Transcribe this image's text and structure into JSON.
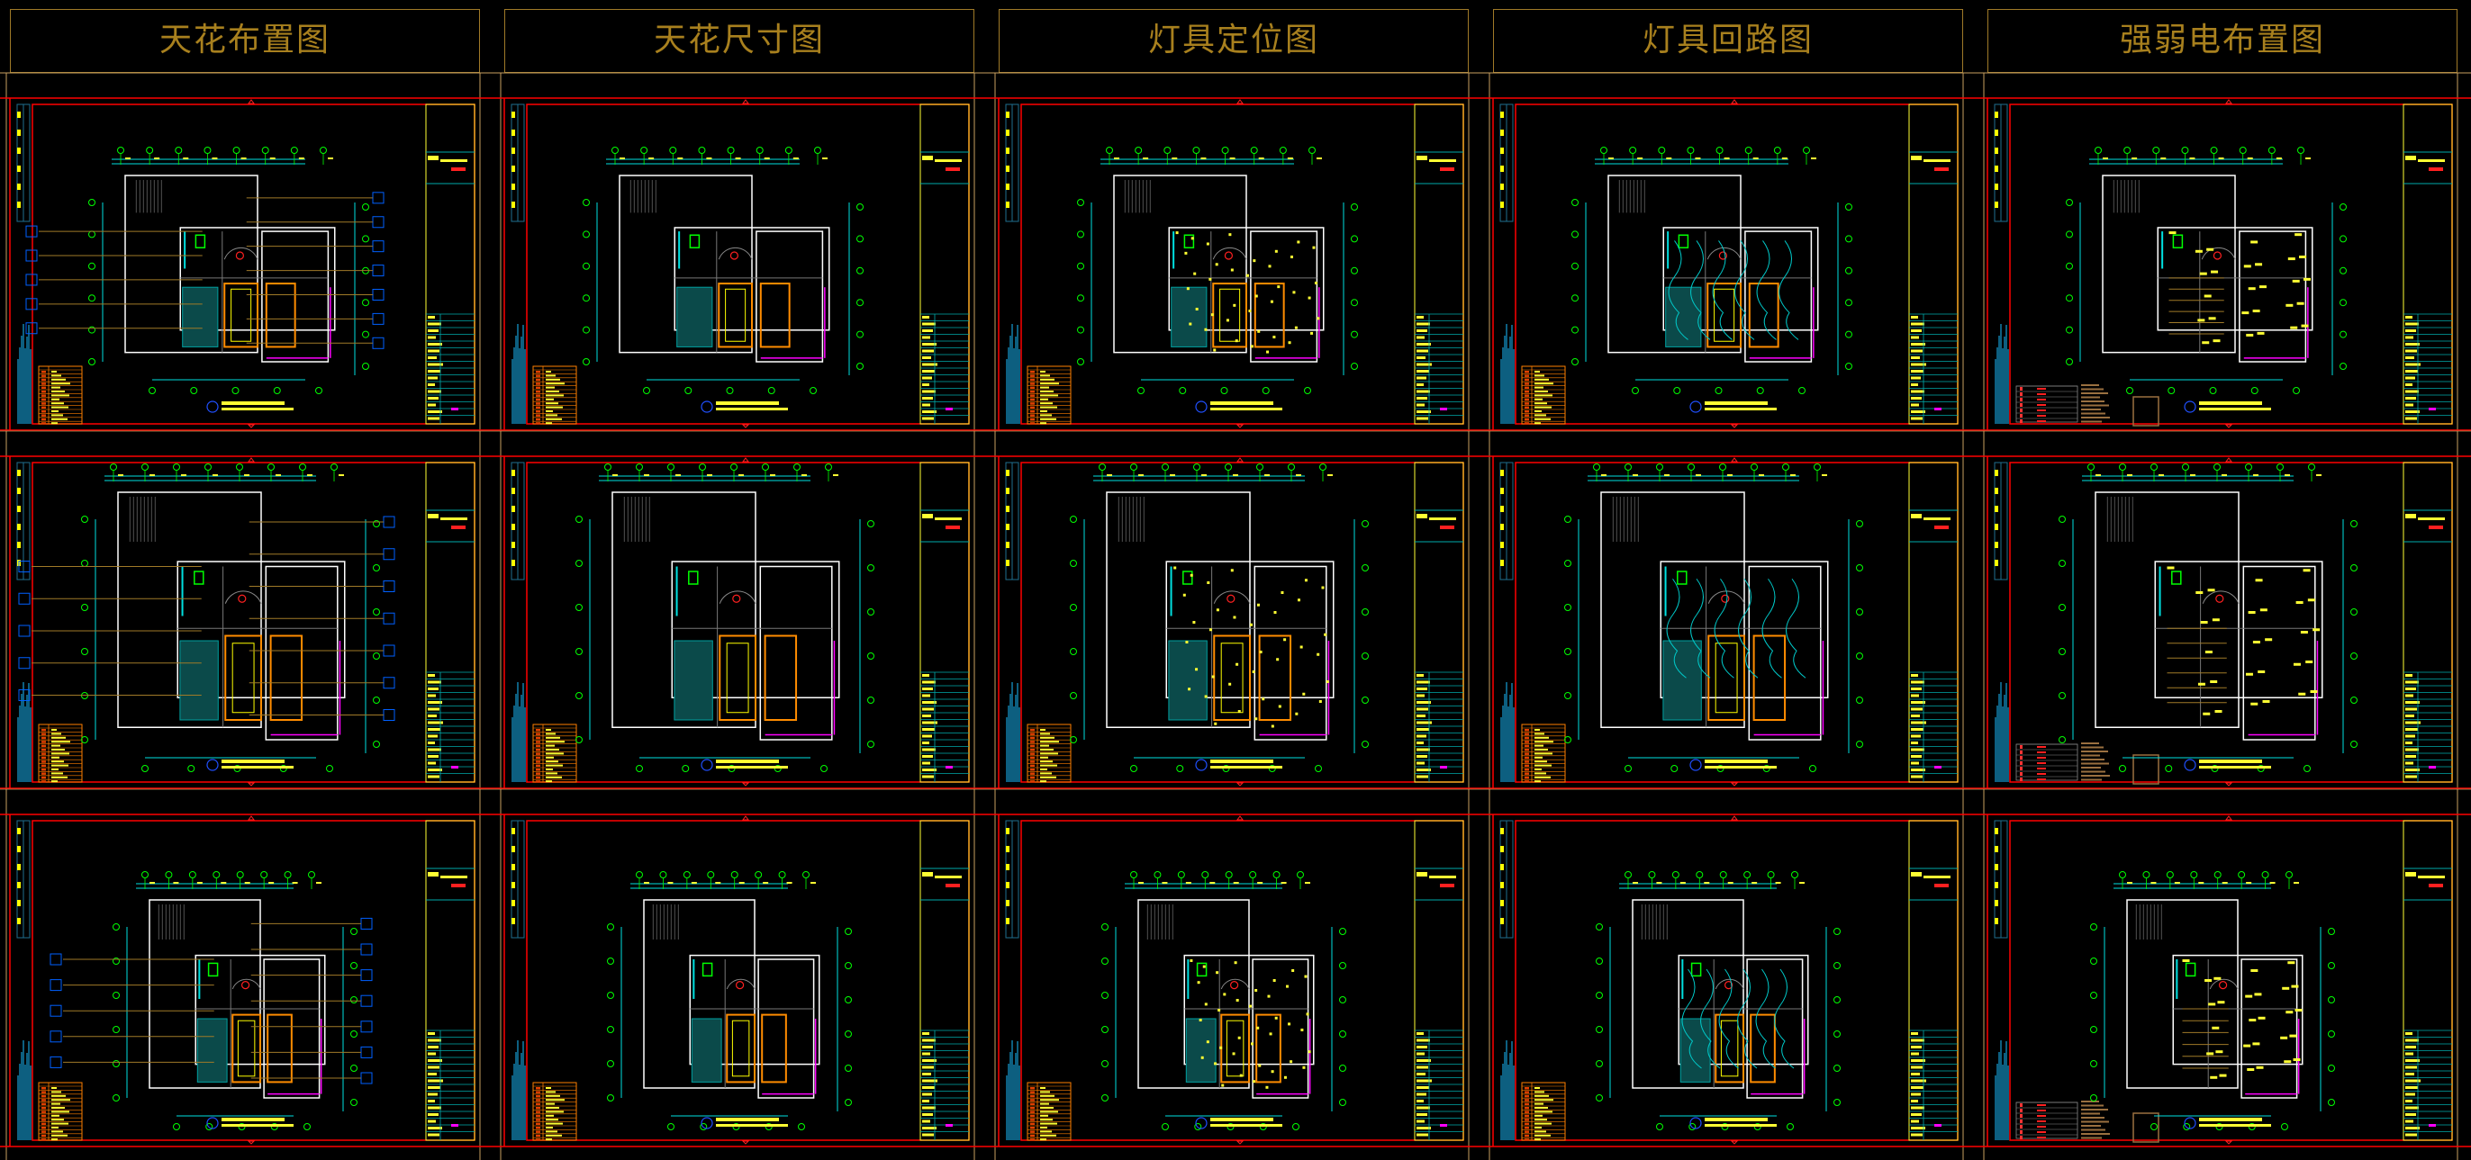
{
  "columns": [
    {
      "title": "天花布置图",
      "kind": "ceiling-layout"
    },
    {
      "title": "天花尺寸图",
      "kind": "ceiling-dimension"
    },
    {
      "title": "灯具定位图",
      "kind": "lighting-position"
    },
    {
      "title": "灯具回路图",
      "kind": "lighting-circuit"
    },
    {
      "title": "强弱电布置图",
      "kind": "electrical-layout"
    }
  ],
  "rows": 3,
  "colors": {
    "background": "#000000",
    "title_text": "#a8801e",
    "frame_tan": "#c8a060",
    "frame_red": "#ff0000",
    "titleblock": "#ffff33",
    "dimension": "#00e0e0",
    "axis": "#00ff00",
    "wall": "#ffffff",
    "legend": "#ff7f00",
    "circuit": "#00c8c8",
    "magenta": "#ff00ff"
  }
}
